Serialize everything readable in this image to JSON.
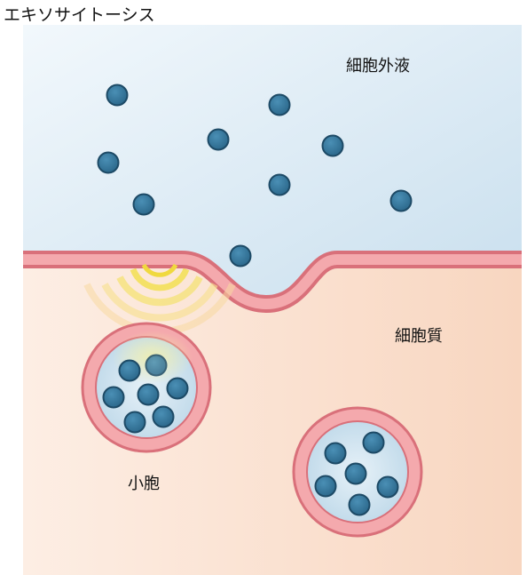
{
  "title": "エキソサイトーシス",
  "labels": {
    "extracellular": "細胞外液",
    "cytoplasm": "細胞質",
    "vesicle": "小胞"
  },
  "colors": {
    "extracellular_top": "#eef6fb",
    "extracellular_bottom": "#cfe3ef",
    "cytoplasm_left": "#fde9dc",
    "cytoplasm_right": "#f8d8c3",
    "membrane_outer": "#d9707a",
    "membrane_inner": "#f4a9ad",
    "vesicle_lumen": "#cfe4f0",
    "particle_fill": "#2f6f94",
    "particle_stroke": "#1d4a66",
    "fusion_glow": "#f5e27a"
  }
}
